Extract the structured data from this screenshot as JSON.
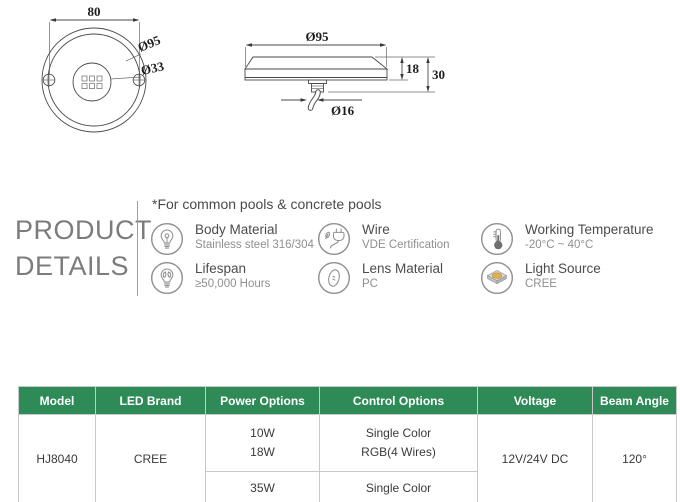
{
  "front_view": {
    "width_dim": "80",
    "outer_diameter": "Ø95",
    "inner_diameter": "Ø33"
  },
  "side_view": {
    "diameter": "Ø95",
    "body_height": "18",
    "total_height": "30",
    "cable_diameter": "Ø16"
  },
  "product_details": {
    "heading_line1": "PRODUCT",
    "heading_line2": "DETAILS",
    "note": "*For common pools & concrete pools",
    "features": [
      {
        "icon": "bulb-icon",
        "title": "Body Material",
        "value": "Stainless steel 316/304"
      },
      {
        "icon": "eco-bulb-icon",
        "title": "Lifespan",
        "value": "≥50,000 Hours"
      },
      {
        "icon": "plug-icon",
        "title": "Wire",
        "value": "VDE Certification"
      },
      {
        "icon": "lens-icon",
        "title": "Lens Material",
        "value": "PC"
      },
      {
        "icon": "thermometer-icon",
        "title": "Working Temperature",
        "value": "-20°C ~ 40°C"
      },
      {
        "icon": "led-chip-icon",
        "title": "Light Source",
        "value": "CREE"
      }
    ]
  },
  "spec_table": {
    "headers": [
      "Model",
      "LED Brand",
      "Power Options",
      "Control Options",
      "Voltage",
      "Beam Angle"
    ],
    "model": "HJ8040",
    "led_brand": "CREE",
    "power_group1_line1": "10W",
    "power_group1_line2": "18W",
    "power_group2": "35W",
    "control_group1_line1": "Single Color",
    "control_group1_line2": "RGB(4 Wires)",
    "control_group2": "Single Color",
    "voltage": "12V/24V DC",
    "beam_angle": "120°"
  },
  "colors": {
    "table_header_green": "#2e8b57",
    "table_border": "#c9c9c9",
    "drawing_line": "#4a4a4a",
    "icon_gray": "#8f8f8f",
    "led_dome_amber": "#e0b04e"
  }
}
